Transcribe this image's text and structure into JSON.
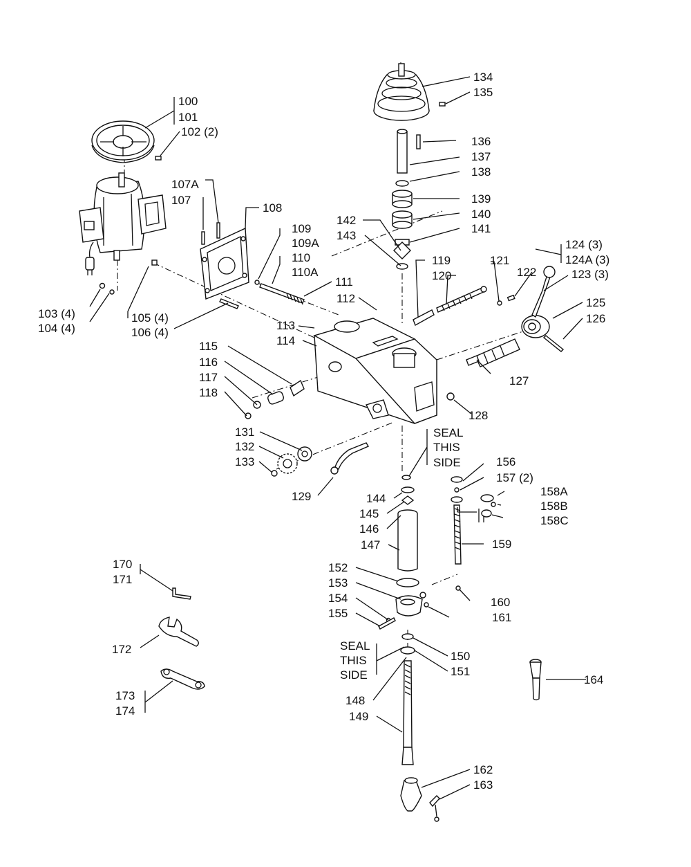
{
  "callouts": [
    {
      "id": "c100",
      "text": "100"
    },
    {
      "id": "c101",
      "text": "101"
    },
    {
      "id": "c102",
      "text": "102 (2)"
    },
    {
      "id": "c103",
      "text": "103 (4)"
    },
    {
      "id": "c104",
      "text": "104 (4)"
    },
    {
      "id": "c105",
      "text": "105 (4)"
    },
    {
      "id": "c106",
      "text": "106 (4)"
    },
    {
      "id": "c107A",
      "text": "107A"
    },
    {
      "id": "c107",
      "text": "107"
    },
    {
      "id": "c108",
      "text": "108"
    },
    {
      "id": "c109",
      "text": "109"
    },
    {
      "id": "c109A",
      "text": "109A"
    },
    {
      "id": "c110",
      "text": "110"
    },
    {
      "id": "c110A",
      "text": "110A"
    },
    {
      "id": "c111",
      "text": "111"
    },
    {
      "id": "c112",
      "text": "112"
    },
    {
      "id": "c113",
      "text": "113"
    },
    {
      "id": "c114",
      "text": "114"
    },
    {
      "id": "c115",
      "text": "115"
    },
    {
      "id": "c116",
      "text": "116"
    },
    {
      "id": "c117",
      "text": "117"
    },
    {
      "id": "c118",
      "text": "118"
    },
    {
      "id": "c119",
      "text": "119"
    },
    {
      "id": "c120",
      "text": "120"
    },
    {
      "id": "c121",
      "text": "121"
    },
    {
      "id": "c122",
      "text": "122"
    },
    {
      "id": "c123",
      "text": "123 (3)"
    },
    {
      "id": "c124",
      "text": "124 (3)"
    },
    {
      "id": "c124A",
      "text": "124A (3)"
    },
    {
      "id": "c125",
      "text": "125"
    },
    {
      "id": "c126",
      "text": "126"
    },
    {
      "id": "c127",
      "text": "127"
    },
    {
      "id": "c128",
      "text": "128"
    },
    {
      "id": "c129",
      "text": "129"
    },
    {
      "id": "c131",
      "text": "131"
    },
    {
      "id": "c132",
      "text": "132"
    },
    {
      "id": "c133",
      "text": "133"
    },
    {
      "id": "c134",
      "text": "134"
    },
    {
      "id": "c135",
      "text": "135"
    },
    {
      "id": "c136",
      "text": "136"
    },
    {
      "id": "c137",
      "text": "137"
    },
    {
      "id": "c138",
      "text": "138"
    },
    {
      "id": "c139",
      "text": "139"
    },
    {
      "id": "c140",
      "text": "140"
    },
    {
      "id": "c141",
      "text": "141"
    },
    {
      "id": "c142",
      "text": "142"
    },
    {
      "id": "c143",
      "text": "143"
    },
    {
      "id": "c144",
      "text": "144"
    },
    {
      "id": "c145",
      "text": "145"
    },
    {
      "id": "c146",
      "text": "146"
    },
    {
      "id": "c147",
      "text": "147"
    },
    {
      "id": "c148",
      "text": "148"
    },
    {
      "id": "c149",
      "text": "149"
    },
    {
      "id": "c150",
      "text": "150"
    },
    {
      "id": "c151",
      "text": "151"
    },
    {
      "id": "c152",
      "text": "152"
    },
    {
      "id": "c153",
      "text": "153"
    },
    {
      "id": "c154",
      "text": "154"
    },
    {
      "id": "c155",
      "text": "155"
    },
    {
      "id": "c156",
      "text": "156"
    },
    {
      "id": "c157",
      "text": "157 (2)"
    },
    {
      "id": "c158A",
      "text": "158A"
    },
    {
      "id": "c158B",
      "text": "158B"
    },
    {
      "id": "c158C",
      "text": "158C"
    },
    {
      "id": "c159",
      "text": "159"
    },
    {
      "id": "c160",
      "text": "160"
    },
    {
      "id": "c161",
      "text": "161"
    },
    {
      "id": "c162",
      "text": "162"
    },
    {
      "id": "c163",
      "text": "163"
    },
    {
      "id": "c164",
      "text": "164"
    },
    {
      "id": "c170",
      "text": "170"
    },
    {
      "id": "c171",
      "text": "171"
    },
    {
      "id": "c172",
      "text": "172"
    },
    {
      "id": "c173",
      "text": "173"
    },
    {
      "id": "c174",
      "text": "174"
    }
  ],
  "notes": {
    "seal_top": [
      "SEAL",
      "THIS",
      "SIDE"
    ],
    "seal_bottom": [
      "SEAL",
      "THIS",
      "SIDE"
    ]
  }
}
